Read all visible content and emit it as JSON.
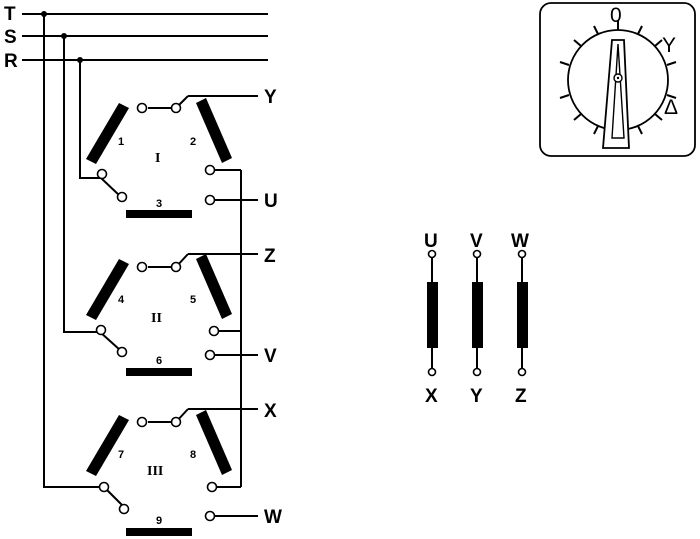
{
  "phases": [
    "T",
    "S",
    "R"
  ],
  "sections": [
    {
      "roman": "I",
      "contacts": [
        "1",
        "2",
        "3"
      ],
      "outputs": [
        "Y",
        "U"
      ]
    },
    {
      "roman": "II",
      "contacts": [
        "4",
        "5",
        "6"
      ],
      "outputs": [
        "Z",
        "V"
      ]
    },
    {
      "roman": "III",
      "contacts": [
        "7",
        "8",
        "9"
      ],
      "outputs": [
        "X",
        "W"
      ]
    }
  ],
  "dial": {
    "positions": [
      "0",
      "Y",
      "Δ"
    ]
  },
  "motor_windings": {
    "top": [
      "U",
      "V",
      "W"
    ],
    "bottom": [
      "X",
      "Y",
      "Z"
    ]
  }
}
